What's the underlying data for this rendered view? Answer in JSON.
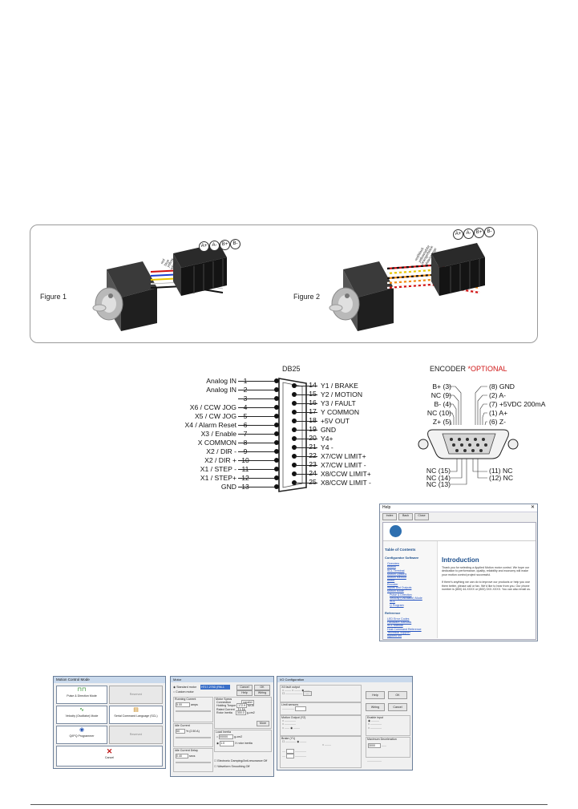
{
  "figures": {
    "figure1_label": "Figure 1",
    "figure2_label": "Figure 2",
    "fig1_terminals": [
      "A+",
      "A-",
      "B+",
      "B-"
    ],
    "fig1_wires": [
      "red",
      "blue",
      "yellow",
      "white"
    ],
    "fig2_terminals": [
      "A+",
      "A-",
      "B+",
      "B-"
    ],
    "fig2_wires": [
      "red/black",
      "yellow/white",
      "orange/black",
      "white/orange"
    ]
  },
  "db25": {
    "title": "DB25",
    "left": [
      {
        "label": "Analog IN",
        "num": "1"
      },
      {
        "label": "Analog IN",
        "num": "2"
      },
      {
        "label": "",
        "num": "3"
      },
      {
        "label": "X6 / CCW JOG",
        "num": "4"
      },
      {
        "label": "X5 / CW JOG",
        "num": "5"
      },
      {
        "label": "X4 / Alarm Reset",
        "num": "6"
      },
      {
        "label": "X3 / Enable",
        "num": "7"
      },
      {
        "label": "X COMMON",
        "num": "8"
      },
      {
        "label": "X2 / DIR -",
        "num": "9"
      },
      {
        "label": "X2 / DIR +",
        "num": "10"
      },
      {
        "label": "X1 / STEP -",
        "num": "11"
      },
      {
        "label": "X1 / STEP+",
        "num": "12"
      },
      {
        "label": "GND",
        "num": "13"
      }
    ],
    "right": [
      {
        "num": "14",
        "label": "Y1 / BRAKE"
      },
      {
        "num": "15",
        "label": "Y2 / MOTION"
      },
      {
        "num": "16",
        "label": "Y3 / FAULT"
      },
      {
        "num": "17",
        "label": "Y COMMON"
      },
      {
        "num": "18",
        "label": "+5V OUT"
      },
      {
        "num": "19",
        "label": "GND"
      },
      {
        "num": "20",
        "label": "Y4+"
      },
      {
        "num": "21",
        "label": "Y4 -"
      },
      {
        "num": "22",
        "label": "X7/CW LIMIT+"
      },
      {
        "num": "23",
        "label": "X7/CW LIMIT -"
      },
      {
        "num": "24",
        "label": "X8/CCW LIMIT+"
      },
      {
        "num": "25",
        "label": "X8/CCW LIMIT -"
      }
    ]
  },
  "encoder": {
    "title": "ENCODER",
    "optional": "*OPTIONAL",
    "left_pins": [
      "B+ (3)",
      "NC (9)",
      "B- (4)",
      "NC (10)",
      "Z+ (5)"
    ],
    "right_pins": [
      "(8) GND",
      "(2) A-",
      "(7) +5VDC 200mA",
      "(1) A+",
      "(6) Z-"
    ],
    "bottom_left": [
      "NC (15)",
      "NC (14)",
      "NC (13)"
    ],
    "bottom_right": [
      "(11) NC",
      "(12) NC"
    ]
  },
  "help_window": {
    "title": "Help",
    "tabs": [
      "Index",
      "Back",
      "Close"
    ],
    "toc_title": "Table of Contents",
    "section1": "Configurator Software",
    "links1": [
      "Overview",
      "Motion",
      "SCL Terminal",
      "Motion Options",
      "Motion Method",
      "Motor",
      "Encoder",
      "Inputs and Outputs",
      "Motion Mode",
      "Pulse & Direction",
      "Velocity (Oscillator) Mode",
      "SCL",
      "Q Program"
    ],
    "section2": "Reference",
    "links2": [
      "LED Error Codes",
      "Hardware Manuals",
      "SCL Manual",
      "Host Command Reference",
      "Technical Support",
      "Applied Mo"
    ],
    "heading": "Introduction",
    "body1": "Thank you for selecting a Applied Motion motor control. We hope our dedication to performance, quality, reliability and economy will make your motion control project successful.",
    "body2": "If there's anything we can do to improve our products or help you use them better, please call or fax. We'd like to hear from you. Our phone number is (800) 44-XXXX or (800) 3XX-XXXX. You can also email us."
  },
  "motion_mode": {
    "title": "Motion Control Mode",
    "buttons": [
      "Pulse & Direction Mode",
      "Reserved",
      "Velocity (Oscillator) Mode",
      "Serial Command Language (SCL)",
      "Q/IPQ Programmer",
      "Reserved",
      "Cancel"
    ]
  },
  "motor_window": {
    "title": "Motor",
    "radio1": "Standard motor",
    "radio2": "Custom motor",
    "select": "HT17-275D (RM-1",
    "cancel": "Cancel",
    "ok": "OK",
    "help": "Help",
    "wiring": "Wiring",
    "running_current": "Running Current",
    "running_value": "5.00",
    "amps": "amps",
    "idle_current": "Idle Current",
    "idle_value": "50",
    "idle_unit": "% (2.50 A)",
    "idle_delay": "Idle Current Delay",
    "delay_value": "0.40",
    "sec": "secs",
    "motor_specs": "Motor Specs",
    "connection": "Connection",
    "connection_val": "parallel",
    "holding_torque": "Holding Torque",
    "holding_val": "172.9",
    "holding_unit": "oz-in",
    "rated_current": "Rated Current",
    "rated_val": "5",
    "rated_unit": "A",
    "rotor_inertia": "Rotor Inertia",
    "rotor_val": "300.0",
    "rotor_unit": "g-cm2",
    "more": "More",
    "load_inertia": "Load Inertia",
    "load_val1": "00000",
    "load_unit1": "g-cm2",
    "load_val2": "1.0",
    "load_unit2": "X rotor inertia",
    "check1": "Electronic Damping/Anti-resonance Off",
    "check2": "Waveform Smoothing Off"
  },
  "io_window": {
    "title": "I/O Configuration",
    "section": "X4 fault output",
    "help": "Help",
    "ok": "OK",
    "wiring": "Wiring",
    "cancel": "Cancel",
    "limit_sensors": "Limit sensors",
    "motion_output": "Motion Output (Y2)",
    "brake": "Brake (Y1)",
    "enable_input": "Enable input",
    "max_accel": "Maximum Deceleration",
    "accel_val": "3000"
  }
}
